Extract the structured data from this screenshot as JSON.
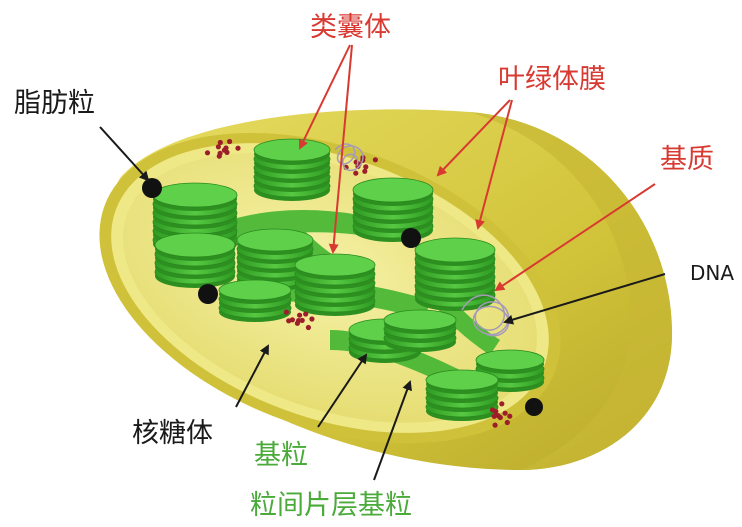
{
  "labels": {
    "thylakoid": "类囊体",
    "membrane": "叶绿体膜",
    "stroma": "基质",
    "dna": "DNA",
    "lipid": "脂肪粒",
    "ribosome": "核糖体",
    "granum": "基粒",
    "intergranal": "粒间片层基粒"
  },
  "colors": {
    "outer_membrane": "#d4c83a",
    "inner_stroma": "#efe987",
    "granum_green": "#3fb52e",
    "label_red": "#d83a32",
    "label_green": "#4aaa3a",
    "label_black": "#1a1a1a"
  }
}
